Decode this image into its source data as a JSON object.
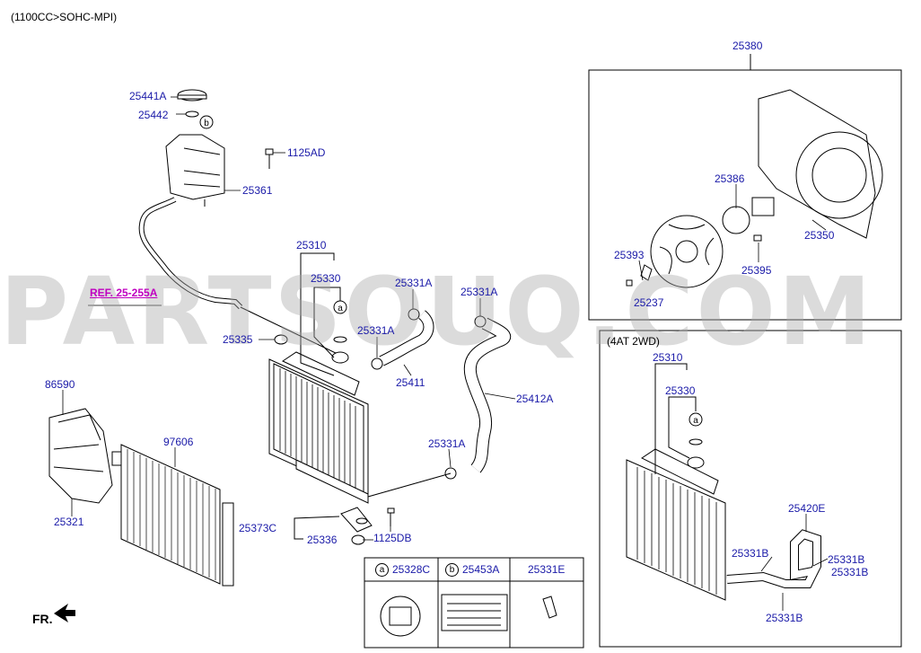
{
  "header": {
    "engine_spec": "(1100CC>SOHC-MPI)"
  },
  "watermark": "PARTSOUQ.COM",
  "ref_link": "REF. 25-255A",
  "fr_label": "FR.",
  "fan_box_label": "25380",
  "awd_box_title": "(4AT 2WD)",
  "circle_a": "a",
  "circle_b": "b",
  "labels": {
    "p25441A": "25441A",
    "p25442": "25442",
    "p1125AD": "1125AD",
    "p25361": "25361",
    "p25310": "25310",
    "p25330": "25330",
    "p25331A_1": "25331A",
    "p25331A_2": "25331A",
    "p25331A_3": "25331A",
    "p25331A_4": "25331A",
    "p25335": "25335",
    "p25411": "25411",
    "p25412A": "25412A",
    "p86590": "86590",
    "p97606": "97606",
    "p25321": "25321",
    "p25373C": "25373C",
    "p25336": "25336",
    "p1125DB": "1125DB",
    "p25386": "25386",
    "p25393": "25393",
    "p25237": "25237",
    "p25395": "25395",
    "p25350": "25350",
    "awd_25310": "25310",
    "awd_25330": "25330",
    "awd_25420E": "25420E",
    "awd_25331B_1": "25331B",
    "awd_25331B_2": "25331B",
    "awd_25331B_3": "25331B",
    "awd_25331B_4": "25331B"
  },
  "legend": [
    {
      "circle": "a",
      "part": "25328C"
    },
    {
      "circle": "b",
      "part": "25453A"
    },
    {
      "circle": "",
      "part": "25331E"
    }
  ]
}
